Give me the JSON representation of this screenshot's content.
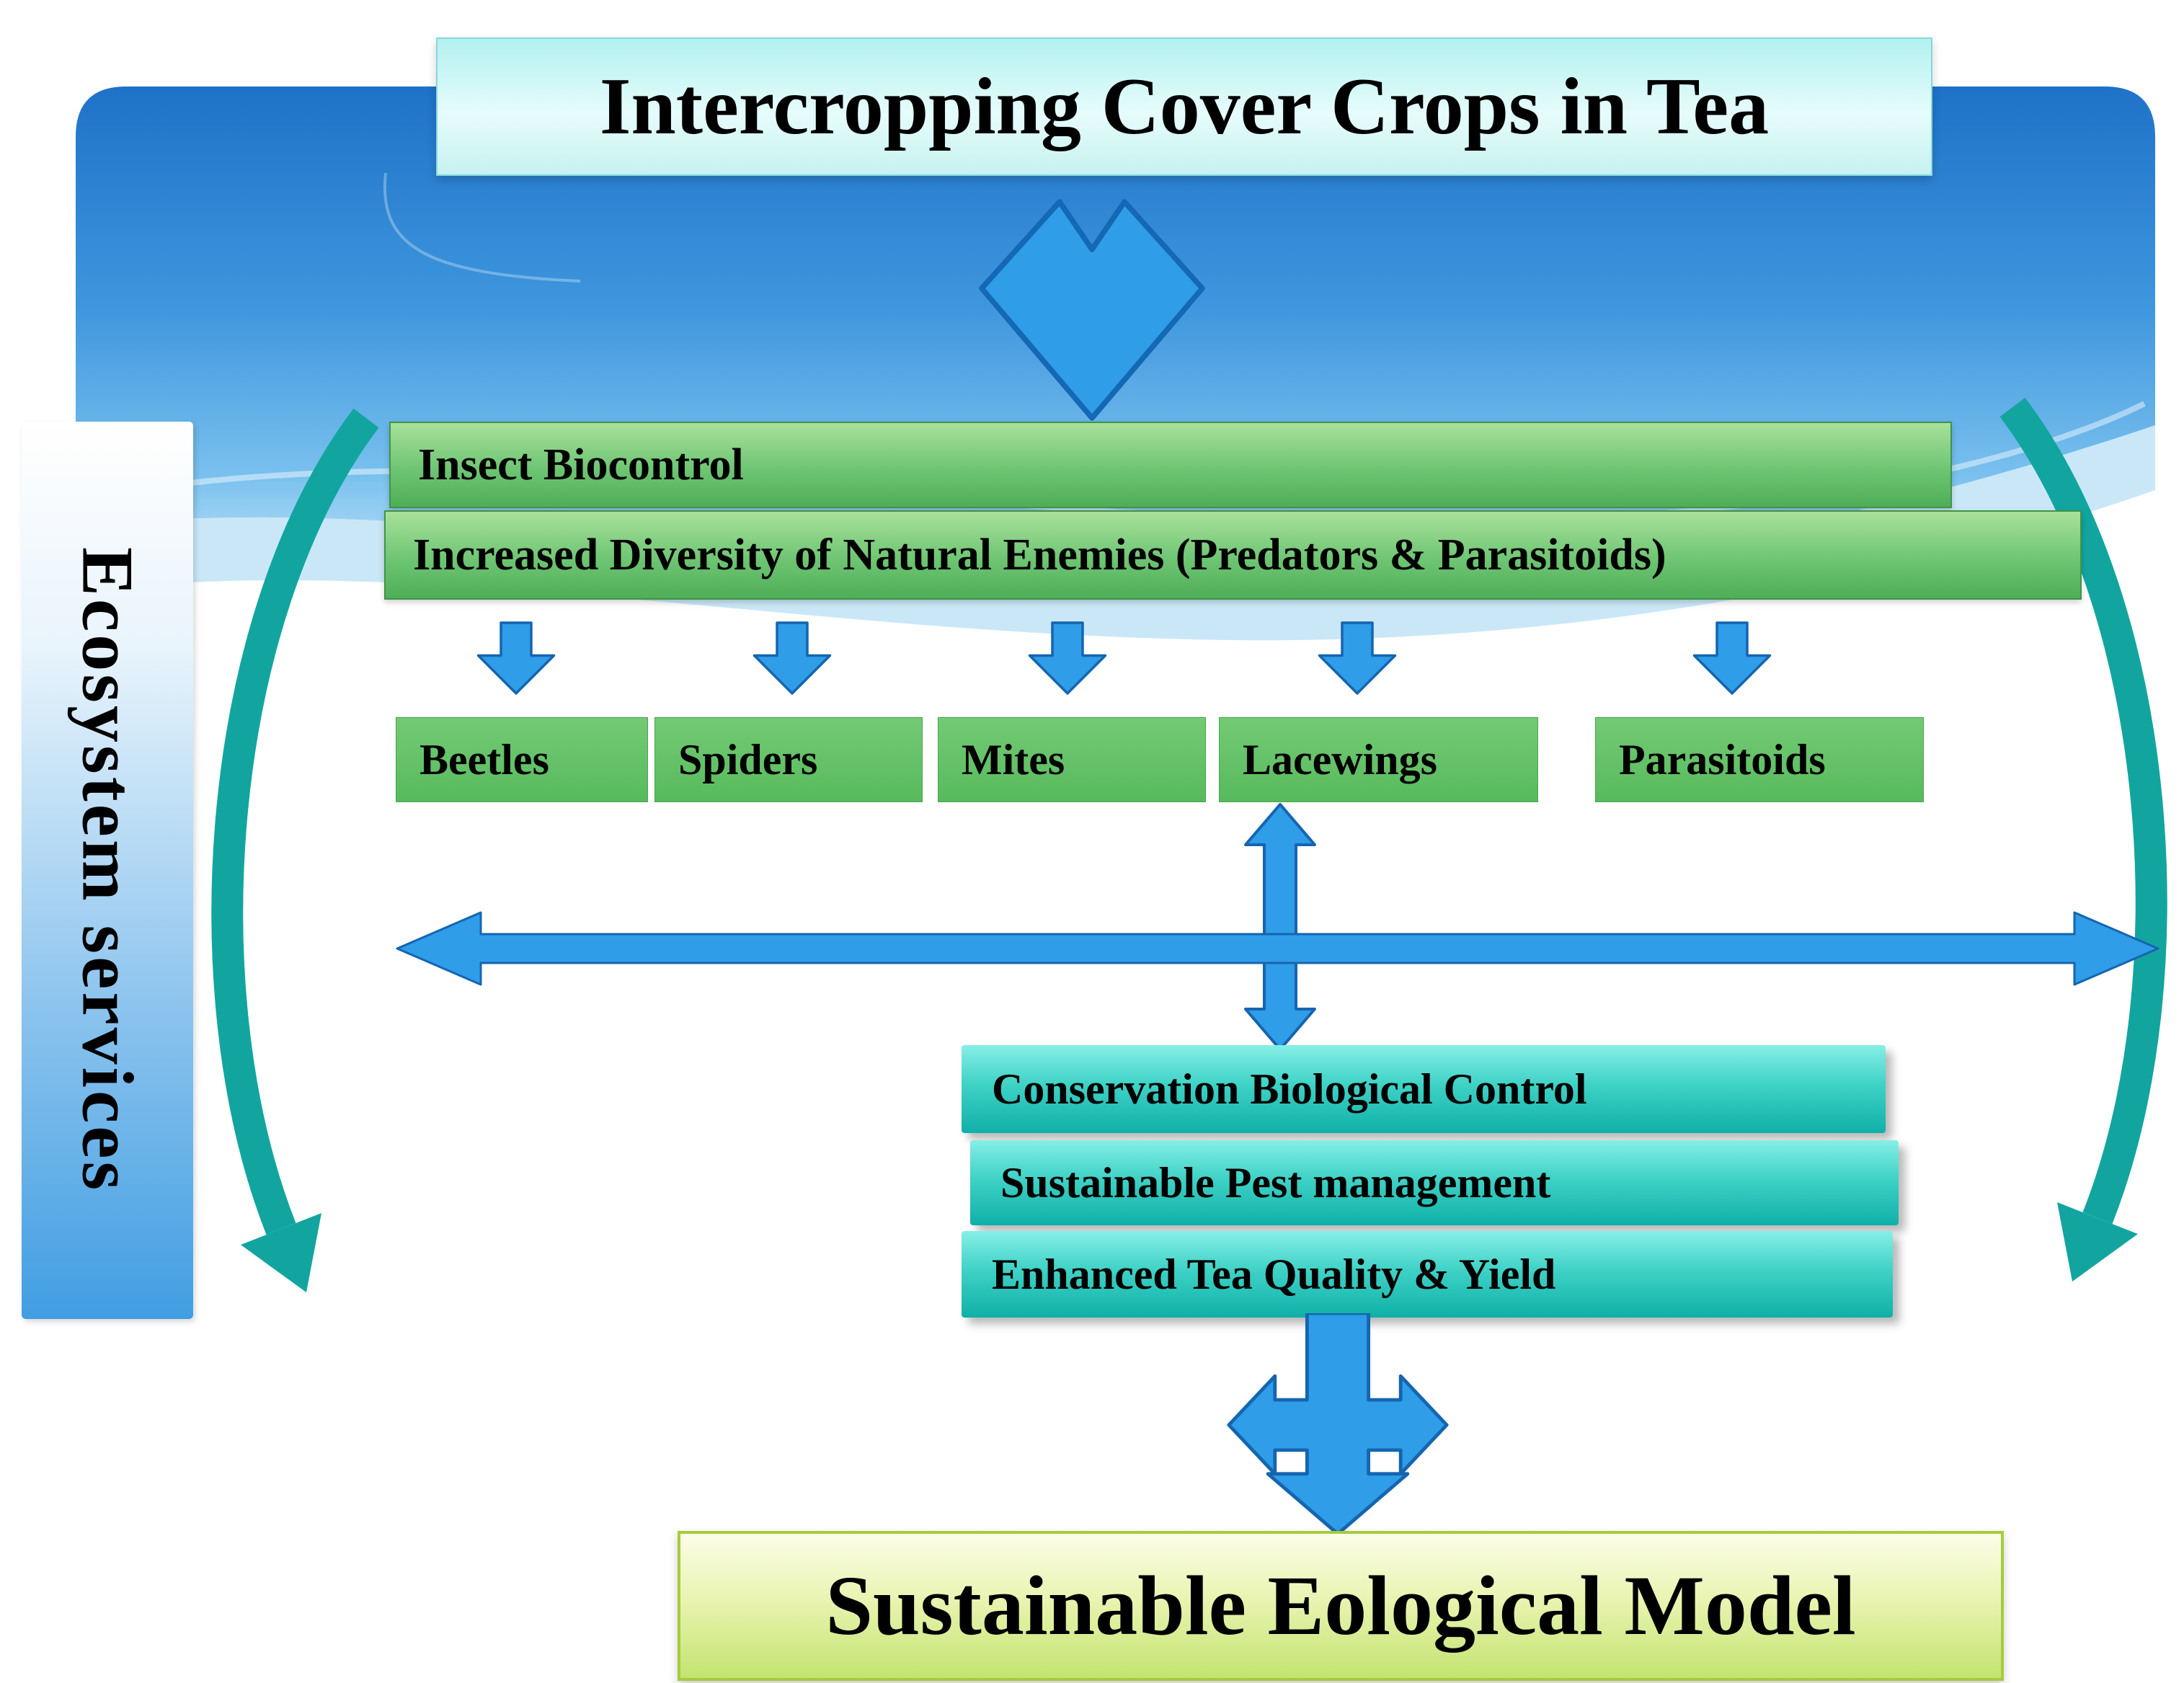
{
  "title": "Intercropping Cover Crops in Tea",
  "sidebar": {
    "label": "Ecosystem services"
  },
  "flow": {
    "insect_biocontrol": "Insect Biocontrol",
    "increased_diversity": "Increased Diversity of  Natural Enemies (Predators & Parasitoids)"
  },
  "natural_enemies": [
    {
      "label": "Beetles"
    },
    {
      "label": "Spiders"
    },
    {
      "label": "Mites"
    },
    {
      "label": "Lacewings"
    },
    {
      "label": "Parasitoids"
    }
  ],
  "outcomes": [
    {
      "label": "Conservation Biological Control"
    },
    {
      "label": "Sustainable Pest management"
    },
    {
      "label": "Enhanced Tea Quality & Yield"
    }
  ],
  "bottom": {
    "label": "Sustainable Eological Model"
  },
  "colors": {
    "arrow_blue": "#2f9de8",
    "arrow_blue_border": "#1565b0",
    "green_bar_top": "#a9e19b",
    "green_bar_bottom": "#4fae57",
    "green_box": "#5fbf63",
    "cyan_box_top": "#86efe6",
    "cyan_box_bottom": "#0fb0a8",
    "teal_curved_arrow": "#12a5a0",
    "title_box_cyan": "#b2f1ef",
    "bottom_box_green": "#c3e470",
    "bottom_box_border": "#a6cc3c",
    "background_blue_top": "#1e72c8",
    "background_blue_mid": "#55aee8"
  }
}
